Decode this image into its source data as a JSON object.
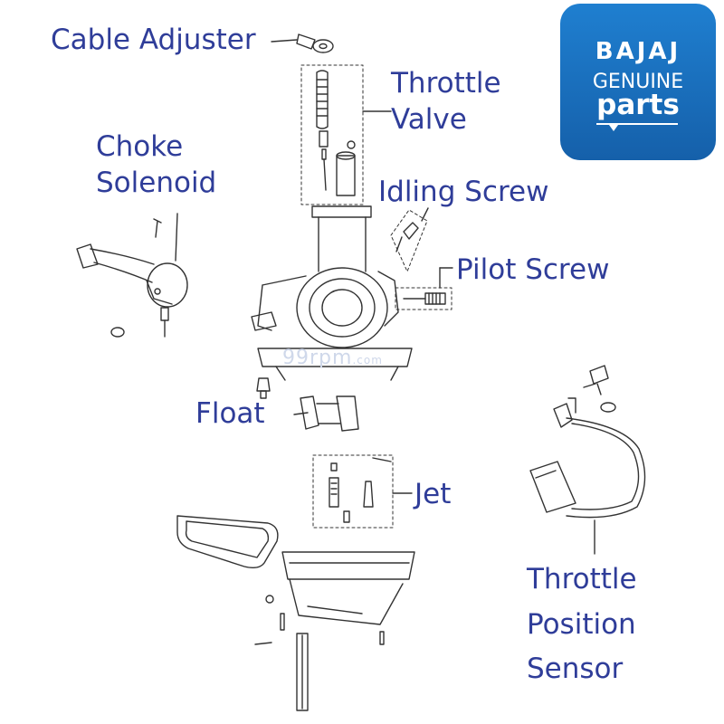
{
  "labels": {
    "cable_adjuster": "Cable Adjuster",
    "throttle_valve": [
      "Throttle",
      "Valve"
    ],
    "choke_solenoid": [
      "Choke",
      "Solenoid"
    ],
    "idling_screw": "Idling Screw",
    "pilot_screw": "Pilot Screw",
    "float": "Float",
    "jet": "Jet",
    "throttle_position_sensor": [
      "Throttle",
      "Position",
      "Sensor"
    ]
  },
  "logo": {
    "brand": "BAJAJ",
    "line2": "GENUINE",
    "line3": "parts"
  },
  "watermark": {
    "main": "99rpm",
    "suffix": ".com"
  },
  "colors": {
    "label": "#2f3d99",
    "logo_bg": "#1b6fc0",
    "line_art": "#333333"
  }
}
